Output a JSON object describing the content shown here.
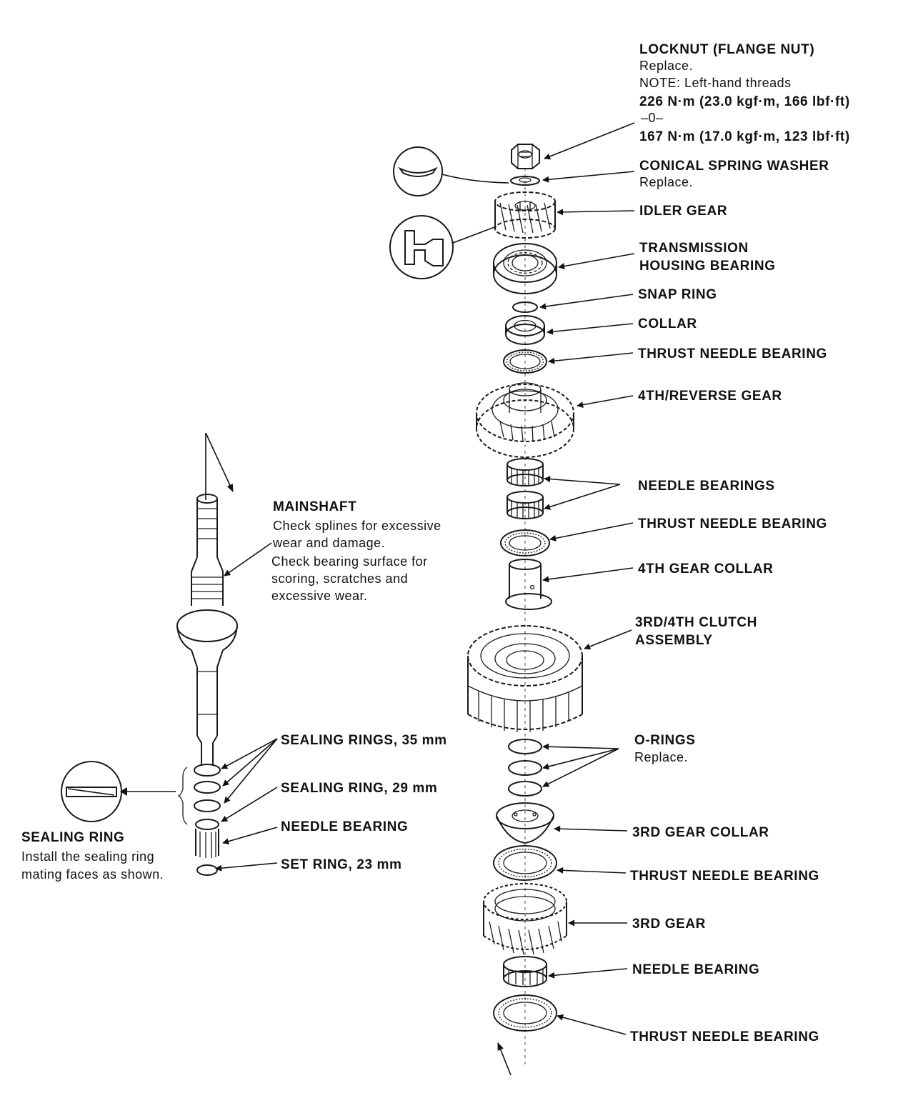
{
  "labels": {
    "locknut": {
      "title": "LOCKNUT (FLANGE NUT)",
      "lines": [
        "Replace.",
        "NOTE: Left-hand threads"
      ],
      "torque_1": "226 N·m (23.0 kgf·m, 166 lbf·ft)",
      "torque_sep": "–0–",
      "torque_2": "167 N·m (17.0 kgf·m, 123 lbf·ft)"
    },
    "conical_spring_washer": {
      "title": "CONICAL SPRING WASHER",
      "note": "Replace."
    },
    "idler_gear": "IDLER GEAR",
    "transmission_housing_bearing": [
      "TRANSMISSION",
      "HOUSING BEARING"
    ],
    "snap_ring": "SNAP RING",
    "collar": "COLLAR",
    "thrust_needle_bearing_1": "THRUST NEEDLE BEARING",
    "fourth_reverse_gear": "4TH/REVERSE GEAR",
    "needle_bearings": "NEEDLE BEARINGS",
    "thrust_needle_bearing_2": "THRUST NEEDLE BEARING",
    "fourth_gear_collar": "4TH GEAR COLLAR",
    "clutch_assembly": [
      "3RD/4TH CLUTCH",
      "ASSEMBLY"
    ],
    "o_rings": {
      "title": "O-RINGS",
      "note": "Replace."
    },
    "third_gear_collar": "3RD GEAR COLLAR",
    "thrust_needle_bearing_3": "THRUST NEEDLE BEARING",
    "third_gear": "3RD GEAR",
    "needle_bearing_lower": "NEEDLE BEARING",
    "thrust_needle_bearing_4": "THRUST NEEDLE BEARING",
    "mainshaft": {
      "title": "MAINSHAFT",
      "lines": [
        "Check splines for excessive",
        "wear and damage.",
        "Check bearing surface for",
        "scoring, scratches and",
        "excessive wear."
      ]
    },
    "sealing_rings_35": "SEALING RINGS, 35 mm",
    "sealing_ring_29": "SEALING RING, 29 mm",
    "needle_bearing_shaft": "NEEDLE BEARING",
    "set_ring": "SET RING, 23 mm",
    "sealing_ring_detail": {
      "title": "SEALING RING",
      "lines": [
        "Install the sealing ring",
        "mating faces as shown."
      ]
    }
  }
}
